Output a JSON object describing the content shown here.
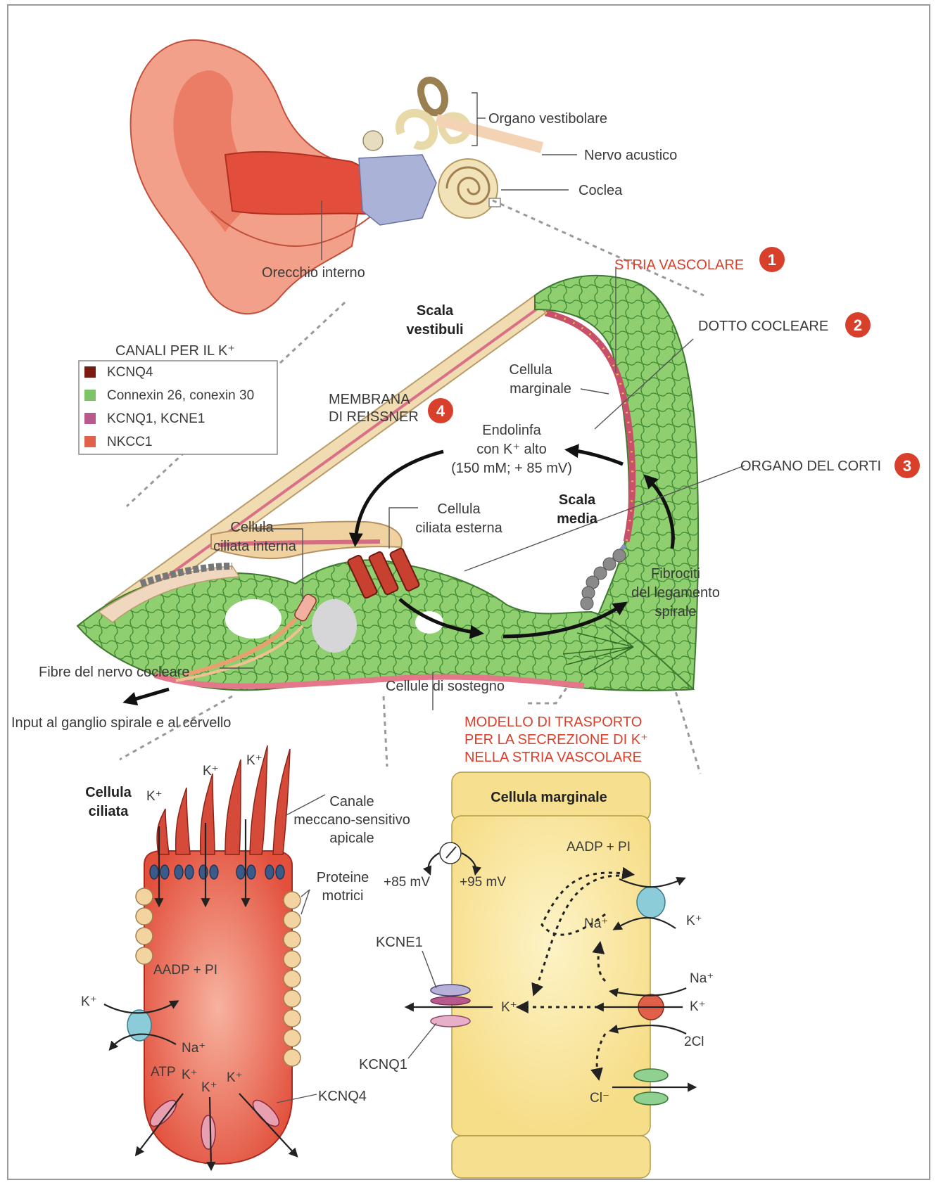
{
  "ear_labels": {
    "vestibular": "Organo vestibolare",
    "acoustic_nerve": "Nervo acustico",
    "cochlea": "Coclea",
    "inner_ear": "Orecchio interno"
  },
  "callouts": {
    "stria": {
      "text": "STRIA VASCOLARE",
      "num": "1"
    },
    "duct": {
      "text": "DOTTO COCLEARE",
      "num": "2"
    },
    "corti": {
      "text": "ORGANO DEL CORTI",
      "num": "3"
    },
    "reissner": {
      "line1": "MEMBRANA",
      "line2": "DI REISSNER",
      "num": "4"
    }
  },
  "legend": {
    "title": "CANALI PER IL K⁺",
    "items": [
      {
        "label": "KCNQ4",
        "color": "#7a1a10"
      },
      {
        "label": "Connexin 26, conexin 30",
        "color": "#7ec36a"
      },
      {
        "label": "KCNQ1, KCNE1",
        "color": "#b8588c"
      },
      {
        "label": "NKCC1",
        "color": "#e0604a"
      }
    ]
  },
  "cochlea_labels": {
    "scala_vestibuli_1": "Scala",
    "scala_vestibuli_2": "vestibuli",
    "scala_media_1": "Scala",
    "scala_media_2": "media",
    "marginal_cell_1": "Cellula",
    "marginal_cell_2": "marginale",
    "endolymph_1": "Endolinfa",
    "endolymph_2": "con K⁺ alto",
    "endolymph_3": "(150 mM; + 85 mV)",
    "outer_hair_1": "Cellula",
    "outer_hair_2": "ciliata esterna",
    "inner_hair_1": "Cellula",
    "inner_hair_2": "ciliata  interna",
    "fibrocytes_1": "Fibrociti",
    "fibrocytes_2": "del legamento",
    "fibrocytes_3": "spirale",
    "nerve_fibers": "Fibre del nervo cocleare",
    "supporting": "Cellule di sostegno",
    "input": "Input al ganglio spirale e al cervello"
  },
  "model_title": {
    "line1": "MODELLO DI TRASPORTO",
    "line2": "PER LA SECREZIONE DI K⁺",
    "line3": "NELLA STRIA VASCOLARE"
  },
  "hair_cell": {
    "title_1": "Cellula",
    "title_2": "ciliata",
    "k": "K⁺",
    "channel_1": "Canale",
    "channel_2": "meccano-sensitivo",
    "channel_3": "apicale",
    "motor_1": "Proteine",
    "motor_2": "motrici",
    "adp": "AADP + PI",
    "na": "Na⁺",
    "atp": "ATP",
    "kcnq4": "KCNQ4"
  },
  "marginal_cell": {
    "title": "Cellula marginale",
    "adp": "AADP + PI",
    "v1": "+85 mV",
    "v2": "+95 mV",
    "k": "K⁺",
    "na": "Na⁺",
    "cl2": "2Cl",
    "cl": "Cl⁻",
    "kcne1": "KCNE1",
    "kcnq1": "KCNQ1"
  }
}
